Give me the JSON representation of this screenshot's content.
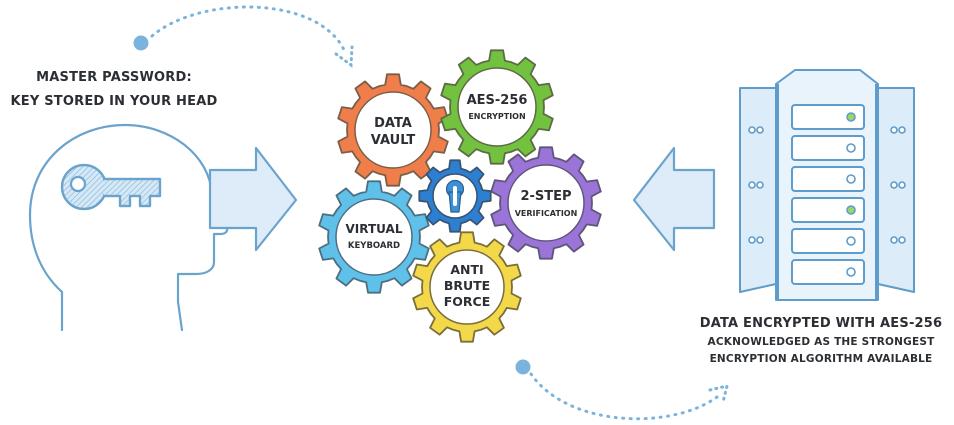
{
  "master": {
    "line1": "MASTER PASSWORD:",
    "line2": "KEY STORED IN YOUR HEAD"
  },
  "encrypted": {
    "line1": "DATA ENCRYPTED WITH AES-256",
    "line2": "ACKNOWLEDGED AS THE STRONGEST",
    "line3": "ENCRYPTION ALGORITHM AVAILABLE"
  },
  "gears": {
    "data_vault": {
      "line1": "DATA",
      "line2": "VAULT",
      "color": "#f07e4b"
    },
    "aes256": {
      "line1": "AES-256",
      "line2": "ENCRYPTION",
      "color": "#72c13f"
    },
    "lock": {
      "color": "#2d7fd1"
    },
    "two_step": {
      "line1": "2-STEP",
      "line2": "VERIFICATION",
      "color": "#9a74d6"
    },
    "virtual_keyboard": {
      "line1": "VIRTUAL",
      "line2": "KEYBOARD",
      "color": "#5fc0ea"
    },
    "anti_brute_force": {
      "line1": "ANTI",
      "line2": "BRUTE",
      "line3": "FORCE",
      "color": "#f3d84a"
    }
  },
  "icons": {
    "head": "head-with-key-icon",
    "server": "server-rack-icon",
    "arrows": [
      "arrow-right-icon",
      "arrow-left-icon"
    ]
  }
}
